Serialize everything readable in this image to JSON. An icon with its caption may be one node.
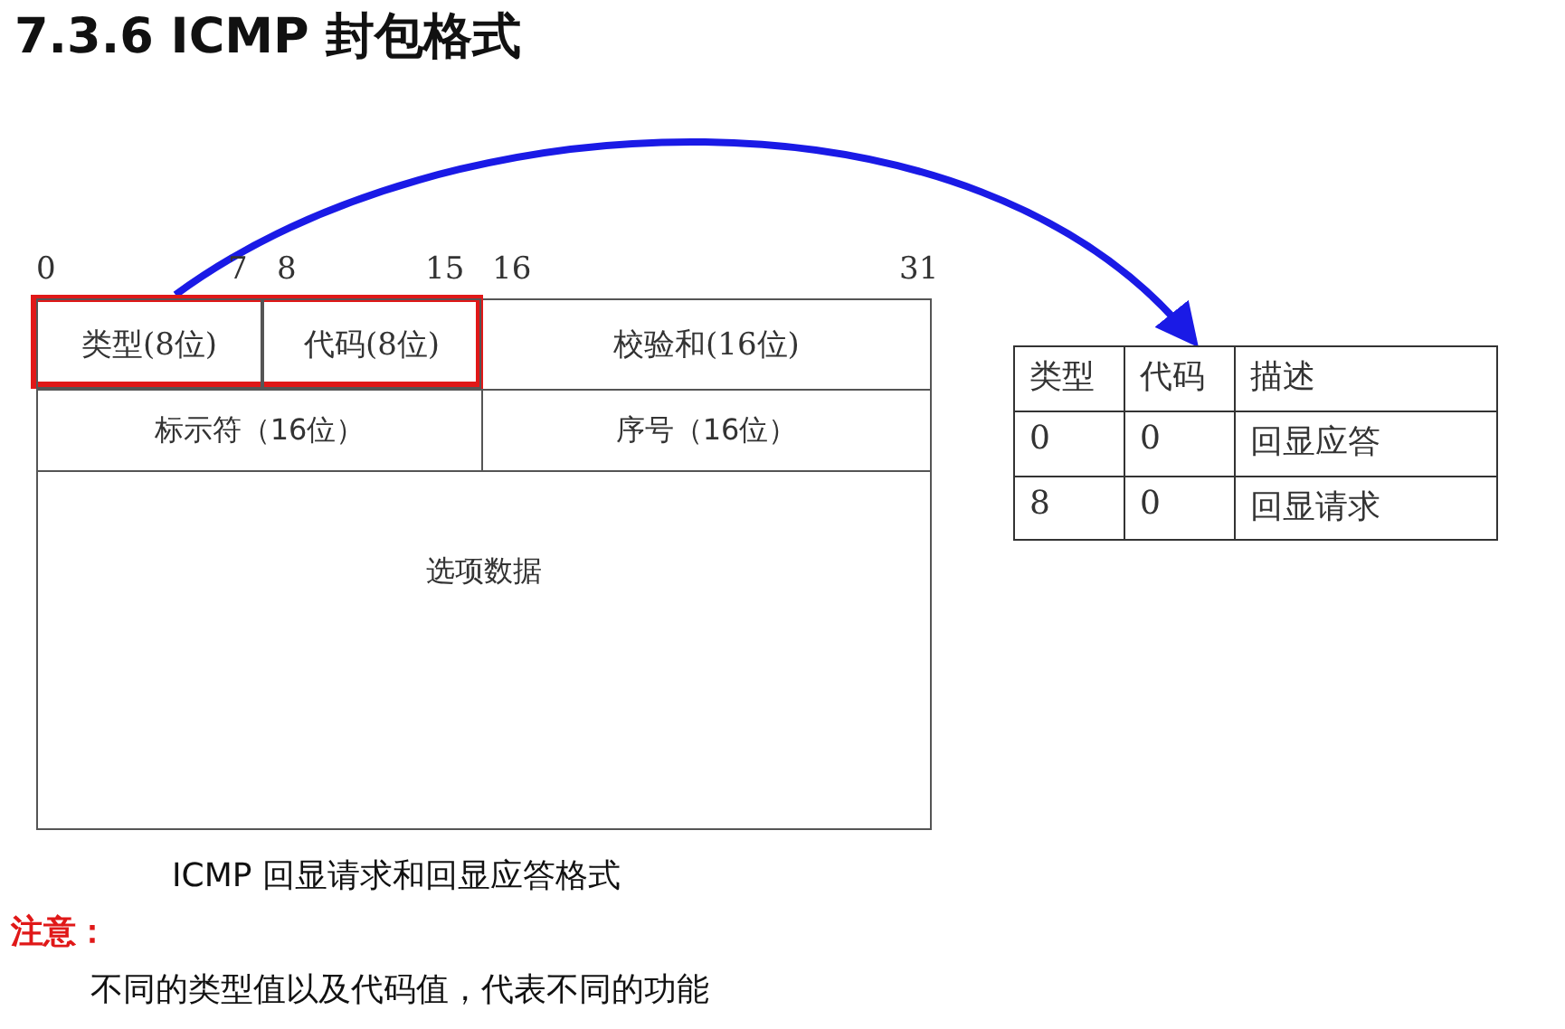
{
  "diagram": {
    "title": "7.3.6 ICMP 封包格式",
    "caption": "ICMP 回显请求和回显应答格式",
    "nodes": [
      {
        "text": [],
        "shape": "box"
      },
      {
        "text": [
          "类型(8位)"
        ],
        "in": 0
      },
      {
        "text": [
          "代码(8位)"
        ],
        "in": 0
      },
      {
        "text": [
          "校验和(16位)"
        ]
      },
      {
        "text": [
          "标示符（16位）"
        ]
      },
      {
        "text": [
          "序号（16位）"
        ]
      },
      {
        "text": [
          "选项数据"
        ]
      },
      {
        "text": [],
        "shape": "box"
      }
    ],
    "edges": [
      {
        "from": 0,
        "to": 7,
        "arrow": "to",
        "color": "#1a1ae6"
      }
    ],
    "labels": [
      "0",
      "7",
      "8",
      "15",
      "16",
      "31",
      "类型",
      "代码",
      "描述",
      "0",
      "0",
      "回显应答",
      "8",
      "0",
      "回显请求",
      "注意：",
      "不同的类型值以及代码值，代表不同的功能"
    ]
  }
}
